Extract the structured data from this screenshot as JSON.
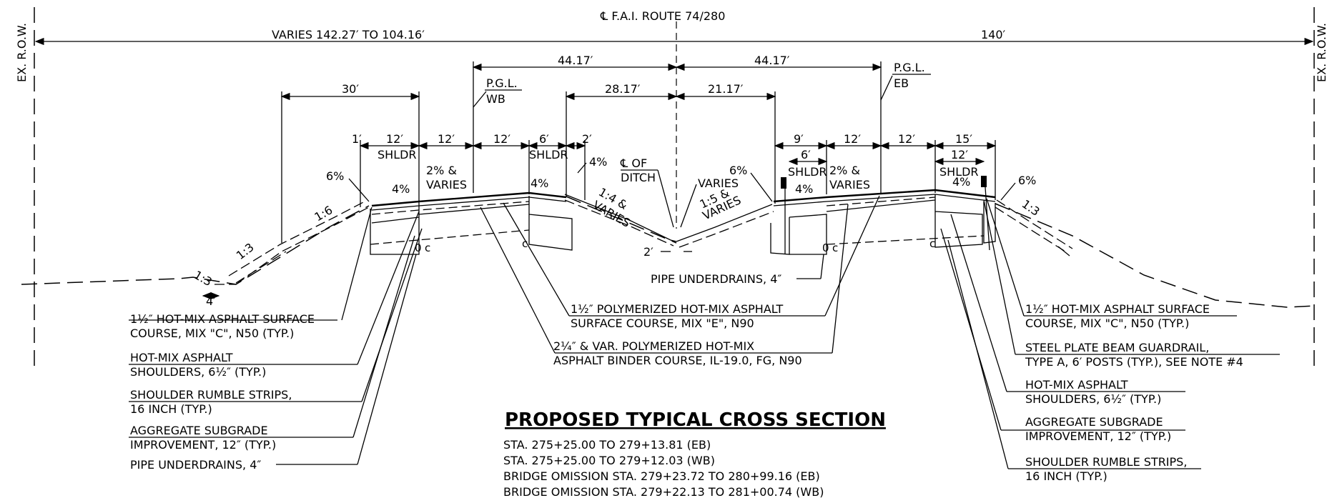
{
  "header": {
    "centerline": "℄ F.A.I. ROUTE 74/280",
    "left_row": "EX. R.O.W.",
    "right_row": "EX. R.O.W.",
    "left_width": "VARIES 142.27′ TO 104.16′",
    "right_width": "140′"
  },
  "dimensions": {
    "d_44_left": "44.17′",
    "d_44_right": "44.17′",
    "d_30": "30′",
    "d_28": "28.17′",
    "d_21": "21.17′",
    "pgl_wb_1": "P.G.L.",
    "pgl_wb_2": "WB",
    "pgl_eb_1": "P.G.L.",
    "pgl_eb_2": "EB",
    "d_1": "1′",
    "d_12a": "12′",
    "d_12b": "12′",
    "d_12c": "12′",
    "d_6a": "6′",
    "d_2a": "2′",
    "shldr1": "SHLDR",
    "shldr2": "SHLDR",
    "d_9": "9′",
    "d_6b": "6′",
    "d_12d": "12′",
    "d_12e": "12′",
    "d_15": "15′",
    "d_12f": "12′",
    "shldr3": "SHLDR",
    "shldr4": "SHLDR",
    "ditch_1": "℄ OF",
    "ditch_2": "DITCH",
    "varies": "VARIES",
    "d_2b": "2′",
    "d_4": "4′"
  },
  "slopes": {
    "s6a": "6%",
    "s4a": "4%",
    "s2a_1": "2% &",
    "s2a_2": "VARIES",
    "s4b": "4%",
    "s4c": "4%",
    "s14": "1:4 &",
    "s14v": "VARIES",
    "s6b": "6%",
    "s4d": "4%",
    "s2b_1": "2% &",
    "s2b_2": "VARIES",
    "s15": "1:5 &",
    "s15v": "VARIES",
    "s4e": "4%",
    "s6c": "6%",
    "s16": "1:6",
    "s13a": "1:3",
    "s13b": "1:3",
    "s13c": "1:3"
  },
  "notes_left": [
    {
      "l1": "1½″ HOT-MIX ASPHALT SURFACE",
      "l2": "COURSE, MIX \"C\", N50 (TYP.)"
    },
    {
      "l1": "HOT-MIX ASPHALT",
      "l2": "SHOULDERS, 6½″ (TYP.)"
    },
    {
      "l1": "SHOULDER RUMBLE STRIPS,",
      "l2": "16 INCH (TYP.)"
    },
    {
      "l1": "AGGREGATE SUBGRADE",
      "l2": "IMPROVEMENT, 12″ (TYP.)"
    },
    {
      "l1": "PIPE UNDERDRAINS, 4″",
      "l2": ""
    }
  ],
  "notes_center": [
    {
      "l1": "PIPE UNDERDRAINS, 4″",
      "l2": ""
    },
    {
      "l1": "1½″ POLYMERIZED HOT-MIX ASPHALT",
      "l2": "SURFACE COURSE, MIX \"E\", N90"
    },
    {
      "l1": "2¼″ & VAR. POLYMERIZED HOT-MIX",
      "l2": "ASPHALT BINDER COURSE, IL-19.0, FG, N90"
    }
  ],
  "notes_right": [
    {
      "l1": "1½″ HOT-MIX ASPHALT SURFACE",
      "l2": "COURSE, MIX \"C\", N50 (TYP.)"
    },
    {
      "l1": "STEEL PLATE BEAM GUARDRAIL,",
      "l2": "TYPE A, 6′ POSTS (TYP.), SEE NOTE #4"
    },
    {
      "l1": "HOT-MIX ASPHALT",
      "l2": "SHOULDERS, 6½″ (TYP.)"
    },
    {
      "l1": "AGGREGATE SUBGRADE",
      "l2": "IMPROVEMENT, 12″ (TYP.)"
    },
    {
      "l1": "SHOULDER RUMBLE STRIPS,",
      "l2": "16 INCH (TYP.)"
    }
  ],
  "title_block": {
    "title": "PROPOSED TYPICAL CROSS SECTION",
    "lines": [
      "STA. 275+25.00 TO 279+13.81 (EB)",
      "STA. 275+25.00 TO 279+12.03 (WB)",
      "BRIDGE OMISSION STA. 279+23.72 TO 280+99.16 (EB)",
      "BRIDGE OMISSION STA. 279+22.13 TO 281+00.74 (WB)"
    ]
  }
}
